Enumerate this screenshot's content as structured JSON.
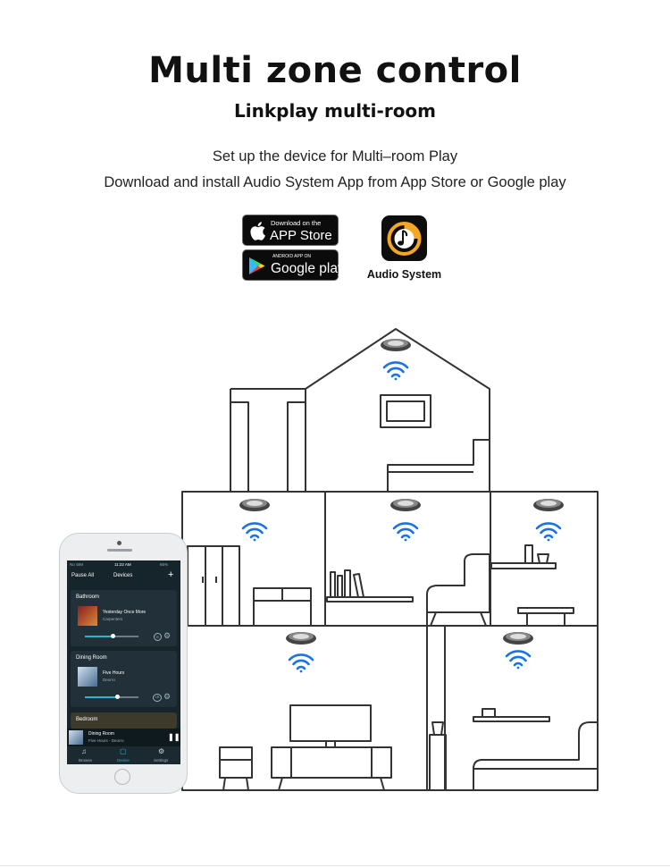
{
  "header": {
    "title": "Multi zone control",
    "subtitle": "Linkplay multi-room",
    "line1": "Set up the device for Multi–room Play",
    "line2": "Download and install Audio System App from App Store or Google play"
  },
  "badges": {
    "appstore_small": "Download on the",
    "appstore_big": "APP Store",
    "google_small": "ANDROID APP ON",
    "google_big": "Google play"
  },
  "app": {
    "name": "Audio System",
    "icon": "audio-system-app-icon"
  },
  "phone": {
    "status_carrier": "No SIM",
    "status_time": "11:22 AM",
    "status_battery": "65%",
    "pause_all": "Pause All",
    "devices_title": "Devices",
    "add": "+",
    "rooms": [
      {
        "name": "Bathroom",
        "track": "Yesterday Once More",
        "artist": "Carpenters",
        "badge": "B"
      },
      {
        "name": "Dining Room",
        "track": "Five Hours",
        "artist": "Deorro",
        "badge": "LR"
      },
      {
        "name": "Bedroom"
      }
    ],
    "now_playing_room": "Dining Room",
    "now_playing_track": "Five Hours - Deorro",
    "tabs": [
      "Browse",
      "Device",
      "Settings"
    ]
  },
  "colors": {
    "wifi": "#1a73e8",
    "house_stroke": "#333333",
    "app_icon_orange": "#f5a623"
  }
}
